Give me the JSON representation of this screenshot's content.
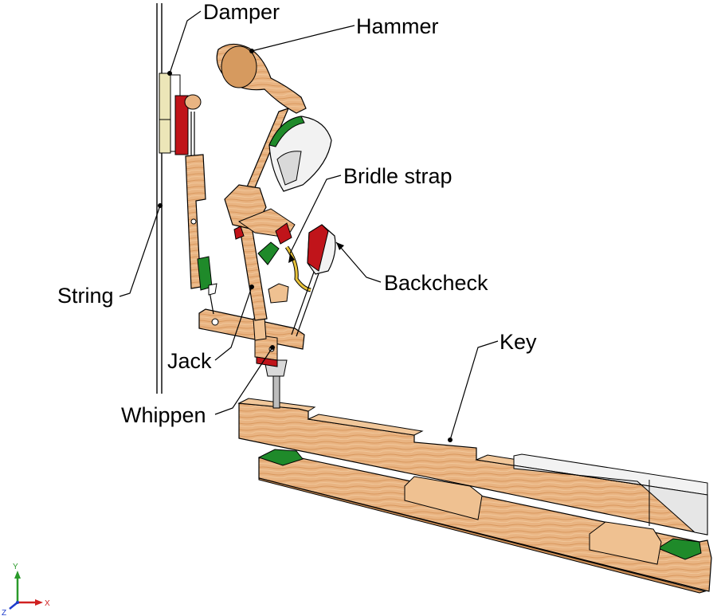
{
  "labels": {
    "damper": "Damper",
    "hammer": "Hammer",
    "bridle_strap": "Bridle strap",
    "backcheck": "Backcheck",
    "string": "String",
    "jack": "Jack",
    "whippen": "Whippen",
    "key": "Key"
  },
  "axes": {
    "y": "Y",
    "x": "X",
    "z": "Z"
  },
  "colors": {
    "wood": "#e9b482",
    "wood_dark": "#c98c55",
    "felt_red": "#c0141a",
    "felt_green": "#1f8a2a",
    "ivory": "#f2f2f2",
    "damper_felt": "#ece6b8"
  }
}
